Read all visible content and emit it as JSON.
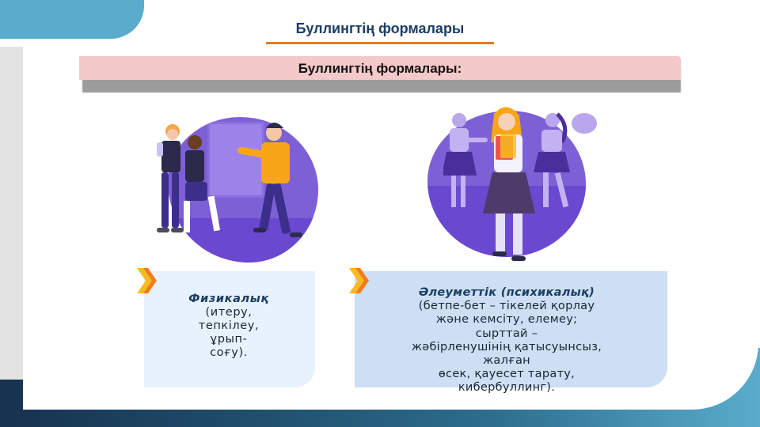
{
  "header": {
    "title": "Буллингтің формалары"
  },
  "banner": {
    "text": "Буллингтің формалары:"
  },
  "illustrations": [
    {
      "name": "physical-bullying-illustration",
      "description": "students fighting"
    },
    {
      "name": "social-bullying-illustration",
      "description": "girls gossiping about a girl"
    }
  ],
  "cards": [
    {
      "icon": "double-chevron-right-icon",
      "heading": "Физикалық",
      "lines": [
        "(итеру,",
        "тепкілеу,",
        "ұрып-",
        "соғу)."
      ]
    },
    {
      "icon": "double-chevron-right-icon",
      "heading": "Әлеуметтік (психикалық)",
      "lines": [
        "(бетпе-бет –  тікелей қорлау",
        "және  кемсіту, елемеу;",
        "сырттай –",
        "жәбірленушінің қатысуынсыз,",
        "жалған",
        "өсек, қауесет тарату,",
        "кибербуллинг)."
      ]
    }
  ],
  "colors": {
    "accent_blue": "#5aaccc",
    "title_navy": "#1c3d63",
    "underline_orange": "#e07b24",
    "banner_pink": "#f3c9c9",
    "illustration_purple": "#7d5fd6",
    "card_left_bg": "#e7f2fc",
    "card_right_bg": "#cddff2"
  }
}
